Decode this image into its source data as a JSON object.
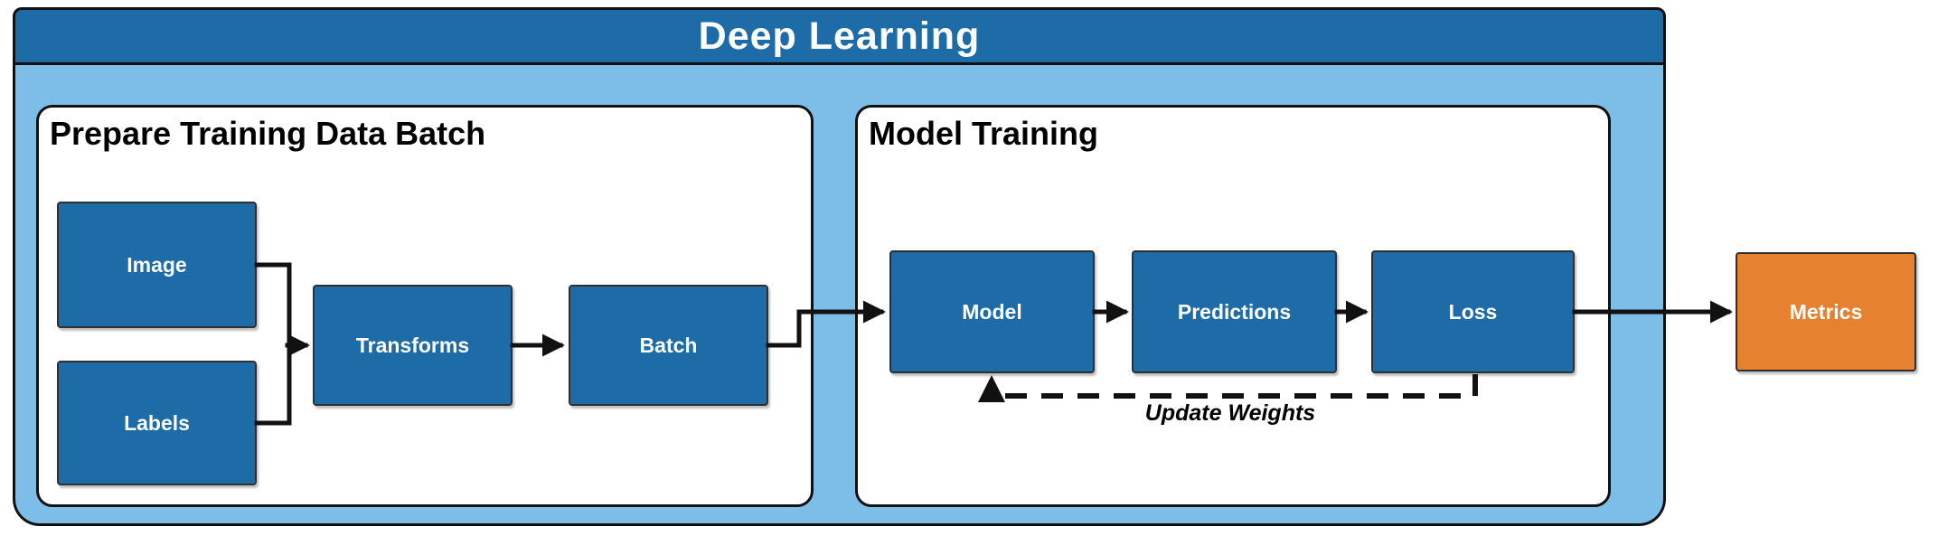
{
  "header": {
    "title": "Deep Learning"
  },
  "panels": {
    "prepare": {
      "title": "Prepare Training Data Batch"
    },
    "training": {
      "title": "Model Training"
    }
  },
  "nodes": {
    "image": {
      "label": "Image"
    },
    "labels": {
      "label": "Labels"
    },
    "transforms": {
      "label": "Transforms"
    },
    "batch": {
      "label": "Batch"
    },
    "model": {
      "label": "Model"
    },
    "predictions": {
      "label": "Predictions"
    },
    "loss": {
      "label": "Loss"
    },
    "metrics": {
      "label": "Metrics"
    }
  },
  "annotations": {
    "update_weights": "Update Weights"
  },
  "colors": {
    "header_bg": "#1D6BA7",
    "container_bg": "#7DBEE9",
    "node_bg": "#1D6BA7",
    "metrics_bg": "#E6812F",
    "panel_bg": "#FFFFFF",
    "edge": "#111111",
    "title_text": "#FFFFFF",
    "panel_title_text": "#000000"
  }
}
